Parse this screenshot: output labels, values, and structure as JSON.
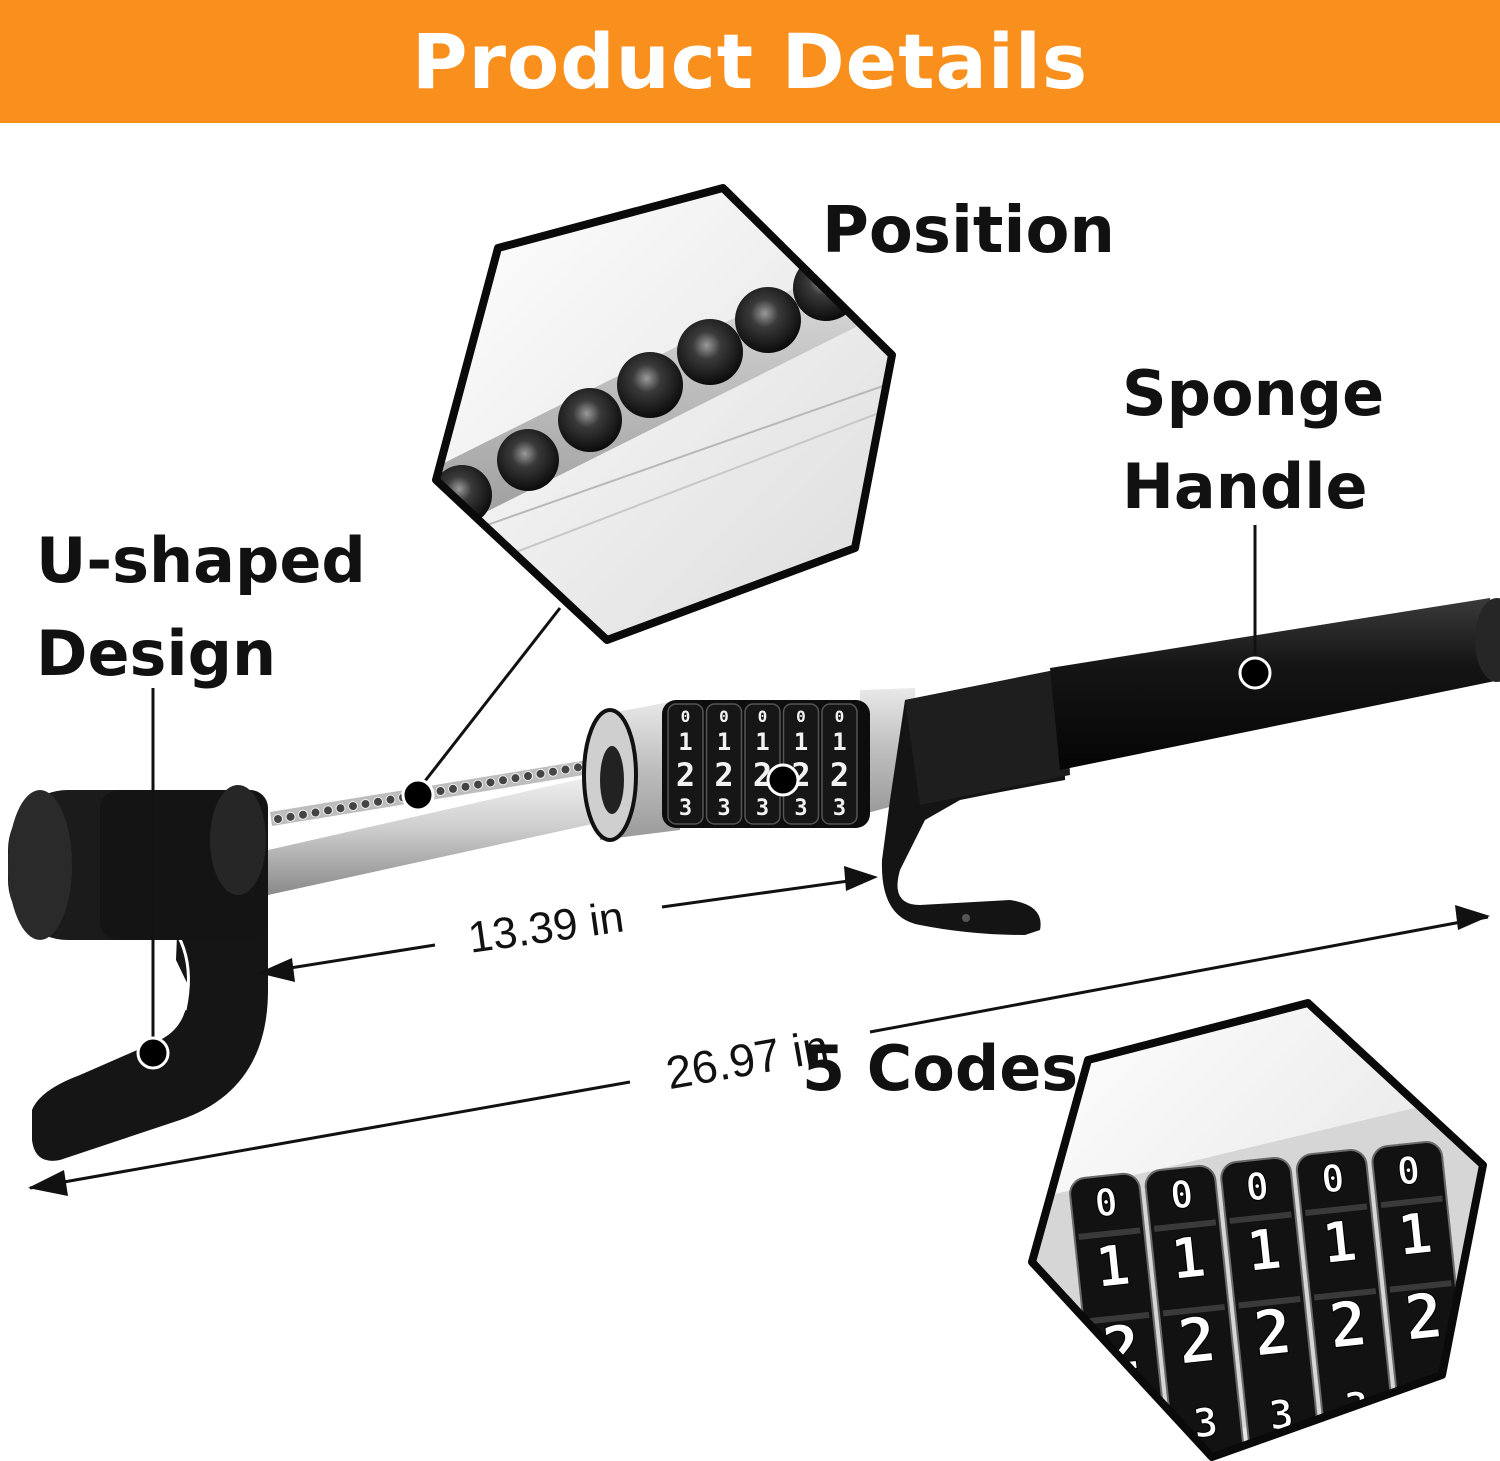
{
  "header": {
    "title": "Product Details"
  },
  "callouts": {
    "position": "Position",
    "sponge_line1": "Sponge",
    "sponge_line2": "Handle",
    "ushaped_line1": "U-shaped",
    "ushaped_line2": "Design",
    "codes": "5 Codes"
  },
  "dimensions": {
    "inner_length": "13.39 in",
    "total_length": "26.97 in"
  },
  "lock": {
    "digits_row_top": [
      "0",
      "0",
      "0",
      "0",
      "0"
    ],
    "digits_row_1": [
      "1",
      "1",
      "1",
      "1",
      "1"
    ],
    "digits_row_2": [
      "2",
      "2",
      "2",
      "2",
      "2"
    ],
    "digits_row_3": [
      "3",
      "3",
      "3",
      "3",
      "3"
    ]
  },
  "colors": {
    "banner": "#f98f1c",
    "banner_text": "#ffffff",
    "ink": "#111111"
  }
}
